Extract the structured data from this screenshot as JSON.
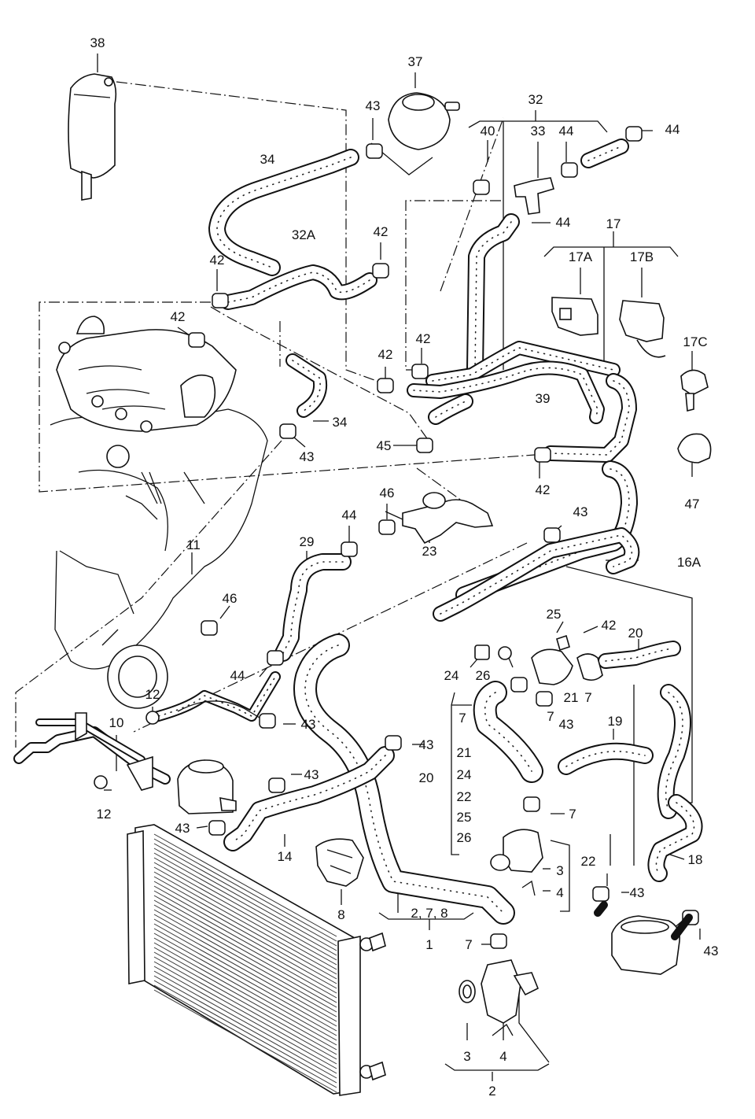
{
  "labels": {
    "l38": "38",
    "l37": "37",
    "l43a": "43",
    "l34a": "34",
    "l32": "32",
    "l40": "40",
    "l33": "33",
    "l44a": "44",
    "l44b": "44",
    "l44c": "44",
    "l32A": "32A",
    "l42a": "42",
    "l42b": "42",
    "l42c": "42",
    "l42d": "42",
    "l42e": "42",
    "l17": "17",
    "l17A": "17A",
    "l17B": "17B",
    "l17C": "17C",
    "l39": "39",
    "l34b": "34",
    "l43b": "43",
    "l45": "45",
    "l42f": "42",
    "l47": "47",
    "l46a": "46",
    "l44d": "44",
    "l43c": "43",
    "l23": "23",
    "l16A": "16A",
    "l11": "11",
    "l29": "29",
    "l46b": "46",
    "l25": "25",
    "l42g": "42",
    "l20a": "20",
    "l24a": "24",
    "l26a": "26",
    "l44e": "44",
    "l21a": "21",
    "l7a": "7",
    "l12a": "12",
    "l7b": "7",
    "l43d": "43",
    "l10": "10",
    "l43e": "43",
    "l7c": "7",
    "l19": "19",
    "l43f": "43",
    "l21b": "21",
    "l43g": "43",
    "l20b": "20",
    "l24b": "24",
    "l22a": "22",
    "l12b": "12",
    "l25b": "25",
    "l7d": "7",
    "l43h": "43",
    "l14": "14",
    "l26b": "26",
    "l22b": "22",
    "l18": "18",
    "l3a": "3",
    "l4a": "4",
    "l43i": "43",
    "l8": "8",
    "l2group": "2, 7, 8",
    "l1": "1",
    "l43j": "43",
    "l7e": "7",
    "l3b": "3",
    "l4b": "4",
    "l2": "2"
  }
}
